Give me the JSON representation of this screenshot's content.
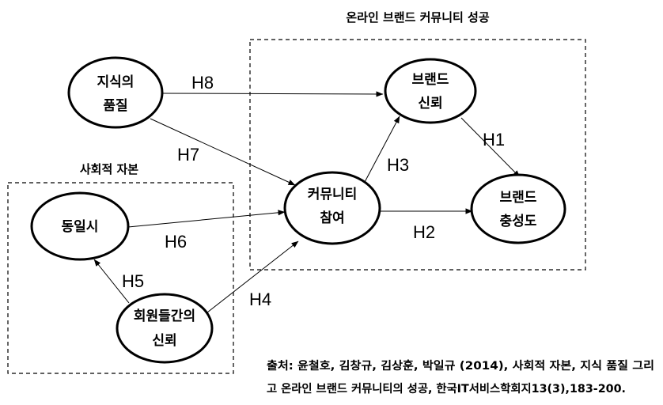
{
  "groups": {
    "online": {
      "label": "온라인 브랜드 커뮤니티 성공"
    },
    "social": {
      "label": "사회적 자본"
    }
  },
  "nodes": {
    "knowledge": {
      "line1": "지식의",
      "line2": "품질"
    },
    "brand_trust": {
      "line1": "브랜드",
      "line2": "신뢰"
    },
    "community": {
      "line1": "커뮤니티",
      "line2": "참여"
    },
    "loyalty": {
      "line1": "브랜드",
      "line2": "충성도"
    },
    "identification": {
      "line1": "동일시"
    },
    "member_trust": {
      "line1": "회원들간의",
      "line2": "신뢰"
    }
  },
  "hypotheses": {
    "h1": "H1",
    "h2": "H2",
    "h3": "H3",
    "h4": "H4",
    "h5": "H5",
    "h6": "H6",
    "h7": "H7",
    "h8": "H8"
  },
  "source": {
    "line1": "출처: 윤철호, 김창규, 김상훈, 박일규 (2014), 사회적 자본, 지식 품질 그리",
    "line2": "고 온라인 브랜드 커뮤니티의 성공, 한국IT서비스학회지13(3),183-200."
  }
}
